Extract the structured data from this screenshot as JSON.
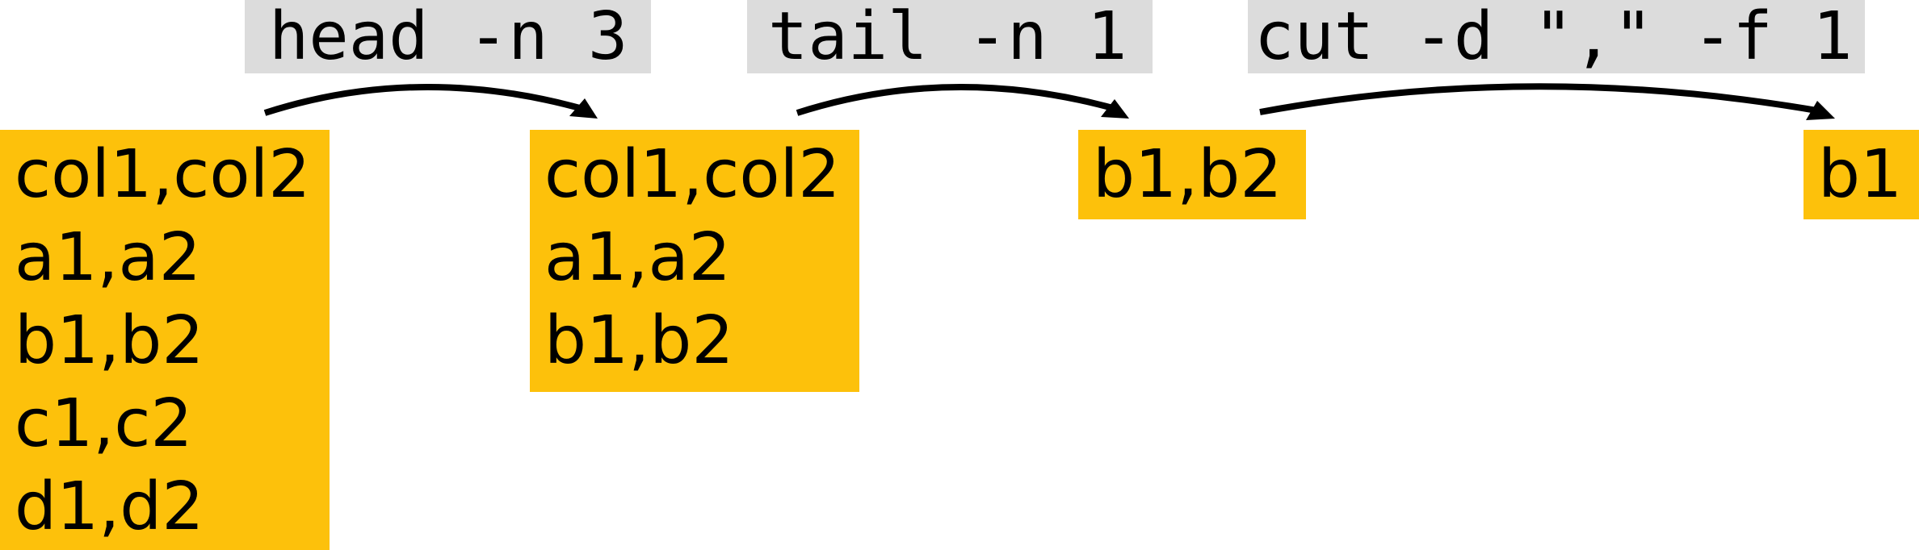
{
  "colors": {
    "command_bg": "#dcdcdc",
    "data_box_bg": "#fdc10b",
    "arrow": "#000000",
    "text": "#000000"
  },
  "commands": [
    {
      "text": "head -n 3"
    },
    {
      "text": "tail -n 1"
    },
    {
      "text": "cut -d \",\" -f 1"
    }
  ],
  "stages": [
    {
      "lines": [
        "col1,col2",
        "a1,a2",
        "b1,b2",
        "c1,c2",
        "d1,d2"
      ]
    },
    {
      "lines": [
        "col1,col2",
        "a1,a2",
        "b1,b2"
      ]
    },
    {
      "lines": [
        "b1,b2"
      ]
    },
    {
      "lines": [
        "b1"
      ]
    }
  ]
}
